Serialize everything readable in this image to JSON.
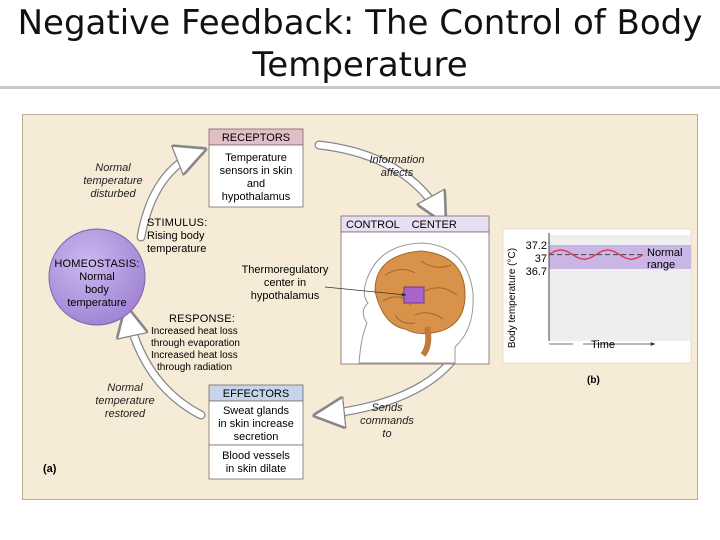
{
  "slide": {
    "title_line1": "Negative Feedback: The Control of Body",
    "title_line2": "Temperature"
  },
  "diagram": {
    "receptors": {
      "header": "RECEPTORS",
      "lines": [
        "Temperature",
        "sensors in skin",
        "and",
        "hypothalamus"
      ]
    },
    "control_center": {
      "header": "CONTROL    CENTER",
      "label_lines": [
        "Thermoregulatory",
        "center in",
        "hypothalamus"
      ]
    },
    "effectors": {
      "header": "EFFECTORS",
      "box1_lines": [
        "Sweat glands",
        "in skin increase",
        "secretion"
      ],
      "box2_lines": [
        "Blood vessels",
        "in skin dilate"
      ]
    },
    "homeostasis": {
      "lines": [
        "HOMEOSTASIS:",
        "Normal",
        "body",
        "temperature"
      ]
    },
    "stimulus": {
      "lines": [
        "STIMULUS:",
        "Rising body",
        "temperature"
      ]
    },
    "response": {
      "lines": [
        "RESPONSE:",
        "Increased heat loss",
        "through evaporation",
        "Increased heat loss",
        "through radiation"
      ]
    },
    "annotations": {
      "normal_disturbed": [
        "Normal",
        "temperature",
        "disturbed"
      ],
      "information_affects": [
        "Information",
        "affects"
      ],
      "normal_restored": [
        "Normal",
        "temperature",
        "restored"
      ],
      "sends_commands": [
        "Sends",
        "commands",
        "to"
      ]
    },
    "panel_a_label": "(a)",
    "panel_b_label": "(b)"
  },
  "chart_data": {
    "type": "line",
    "ylabel": "Body temperature (°C)",
    "xlabel": "Time",
    "yticks": [
      "37.2",
      "37",
      "36.7"
    ],
    "ylim": [
      36.7,
      37.2
    ],
    "normal_range": [
      36.7,
      37.2
    ],
    "normal_range_label": [
      "Normal",
      "range"
    ],
    "setpoint": 37,
    "series": [
      {
        "x": [
          0,
          0.125,
          0.25,
          0.375,
          0.5,
          0.625,
          0.75,
          0.875,
          1.0,
          1.125,
          1.25,
          1.375,
          1.5,
          1.625,
          1.75,
          1.875,
          2.0
        ],
        "values": [
          37,
          37.07,
          37.1,
          37.07,
          37,
          36.93,
          36.9,
          36.93,
          37,
          37.07,
          37.1,
          37.07,
          37,
          36.93,
          36.9,
          36.93,
          37
        ]
      }
    ],
    "colors": {
      "series": "#d43c4c",
      "band": "#c9b6e6"
    }
  }
}
